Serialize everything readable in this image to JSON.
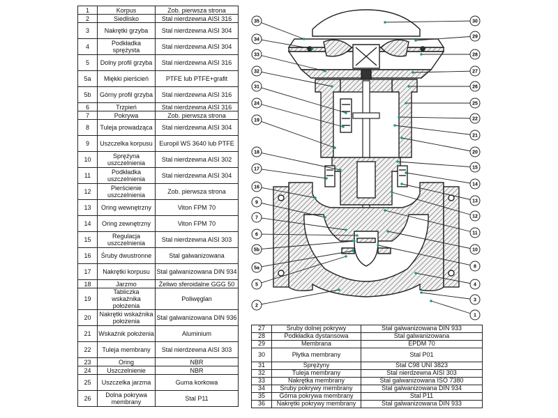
{
  "parts_left": [
    {
      "no": "1",
      "name": "Korpus",
      "material": "Zob. pierwsza strona"
    },
    {
      "no": "2",
      "name": "Siedlisko",
      "material": "Stal nierdzewna AISI 316"
    },
    {
      "no": "3",
      "name": "Nakrętki grzyba",
      "material": "Stal nierdzewna AISI 304"
    },
    {
      "no": "4",
      "name": "Podkładka sprężysta",
      "material": "Stal nierdzewna AISI 304"
    },
    {
      "no": "5",
      "name": "Dolny profil grzyba",
      "material": "Stal nierdzewna AISI 316"
    },
    {
      "no": "5a",
      "name": "Miękki pierścień",
      "material": "PTFE lub PTFE+grafit"
    },
    {
      "no": "5b",
      "name": "Górny profil grzyba",
      "material": "Stal nierdzewna AISI 316"
    },
    {
      "no": "6",
      "name": "Trzpień",
      "material": "Stal nierdzewna AISI 316"
    },
    {
      "no": "7",
      "name": "Pokrywa",
      "material": "Zob. pierwsza strona"
    },
    {
      "no": "8",
      "name": "Tuleja prowadząca",
      "material": "Stal nierdzewna AISI 304"
    },
    {
      "no": "9",
      "name": "Uszczelka korpusu",
      "material": "Europil WS 3640 lub PTFE"
    },
    {
      "no": "10",
      "name": "Sprężyna uszczelnienia",
      "material": "Stal nierdzewna AISI 302"
    },
    {
      "no": "11",
      "name": "Podkładka uszczelnienia",
      "material": "Stal nierdzewna AISI 304"
    },
    {
      "no": "12",
      "name": "Pierścienie uszczelnienia",
      "material": "Zob. pierwsza strona"
    },
    {
      "no": "13",
      "name": "Oring wewnętrzny",
      "material": "Viton FPM 70"
    },
    {
      "no": "14",
      "name": "Oring zewnętrzny",
      "material": "Viton FPM 70"
    },
    {
      "no": "15",
      "name": "Regulacja uszczelnienia",
      "material": "Stal nierdzewna AISI 303"
    },
    {
      "no": "16",
      "name": "Śruby dwustronne",
      "material": "Stal galwanizowana"
    },
    {
      "no": "17",
      "name": "Nakrętki korpusu",
      "material": "Stal galwanizowana DIN 934"
    },
    {
      "no": "18",
      "name": "Jarzmo",
      "material": "Żeliwo sferoidalne GGG 50"
    },
    {
      "no": "19",
      "name": "Tabliczka wskaźnika położenia",
      "material": "Poliwęglan"
    },
    {
      "no": "20",
      "name": "Nakrętki wskaźnika położenia",
      "material": "Stal galwanizowana DIN 936"
    },
    {
      "no": "21",
      "name": "Wskaźnik położenia",
      "material": "Aluminium"
    },
    {
      "no": "22",
      "name": "Tuleja membrany",
      "material": "Stal nierdzewna AISI 303"
    },
    {
      "no": "23",
      "name": "Oring",
      "material": "NBR"
    },
    {
      "no": "24",
      "name": "Uszczelnienie",
      "material": "NBR"
    },
    {
      "no": "25",
      "name": "Uszczelka jarzma",
      "material": "Guma korkowa"
    },
    {
      "no": "26",
      "name": "Dolna pokrywa membrany",
      "material": "Stal P11"
    }
  ],
  "parts_right": [
    {
      "no": "27",
      "name": "Śruby dolnej pokrywy",
      "material": "Stal galwanizowana DIN 933"
    },
    {
      "no": "28",
      "name": "Podkładka dystansowa",
      "material": "Stal galwanizowana"
    },
    {
      "no": "29",
      "name": "Membrana",
      "material": "EPDM 70"
    },
    {
      "no": "30",
      "name": "Płytka membrany",
      "material": "Stal P01"
    },
    {
      "no": "31",
      "name": "Sprężyny",
      "material": "Stal C98 UNI 3823"
    },
    {
      "no": "32",
      "name": "Tuleja membrany",
      "material": "Stal nierdzewna AISI 303"
    },
    {
      "no": "33",
      "name": "Nakrętka membrany",
      "material": "Stal galwanizowana ISO 7380"
    },
    {
      "no": "34",
      "name": "Śruby pokrywy membrany",
      "material": "Stal galwanizowana DIN 934"
    },
    {
      "no": "35",
      "name": "Górna pokrywa membrany",
      "material": "Stal P11"
    },
    {
      "no": "36",
      "name": "Nakrętki pokrywy membrany",
      "material": "Stal galwanizowana DIN 933"
    }
  ],
  "callouts_left": [
    "35",
    "34",
    "33",
    "32",
    "31",
    "24",
    "19",
    "18",
    "17",
    "16",
    "9",
    "7",
    "6",
    "5b",
    "5a",
    "5",
    "2"
  ],
  "callouts_right": [
    "30",
    "29",
    "28",
    "27",
    "26",
    "25",
    "22",
    "21",
    "20",
    "15",
    "14",
    "13",
    "12",
    "11",
    "10",
    "8",
    "4",
    "3",
    "1"
  ]
}
